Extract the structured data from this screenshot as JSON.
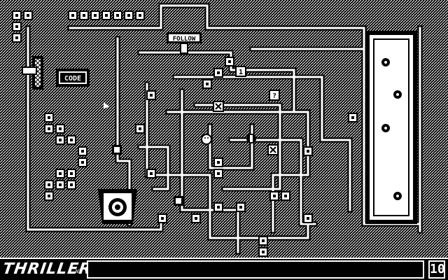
{
  "game": {
    "title": "THRILLER",
    "title_suffix": "NT",
    "counter": "10",
    "message": ""
  },
  "board_labels": {
    "code_label": "CODE",
    "follow_label": "FOLLOW",
    "one_label": "1",
    "question_label": "?"
  },
  "colors": {
    "background": "#000000",
    "foreground": "#ffffff"
  }
}
